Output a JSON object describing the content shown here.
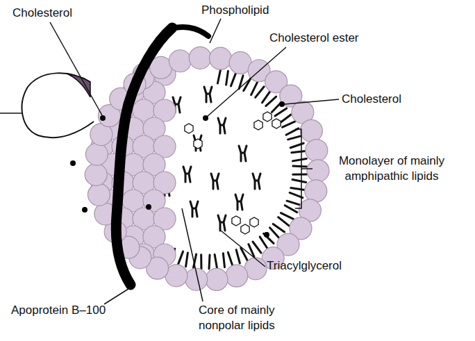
{
  "diagram": {
    "labels": [
      "Cholesterol",
      "Phospholipid",
      "Cholesterol ester",
      "Cholesterol",
      "Monolayer of mainly amphipathic lipids",
      "Triacylglycerol",
      "Apoprotein B–100",
      "Core of mainly nonpolar lipids"
    ]
  }
}
